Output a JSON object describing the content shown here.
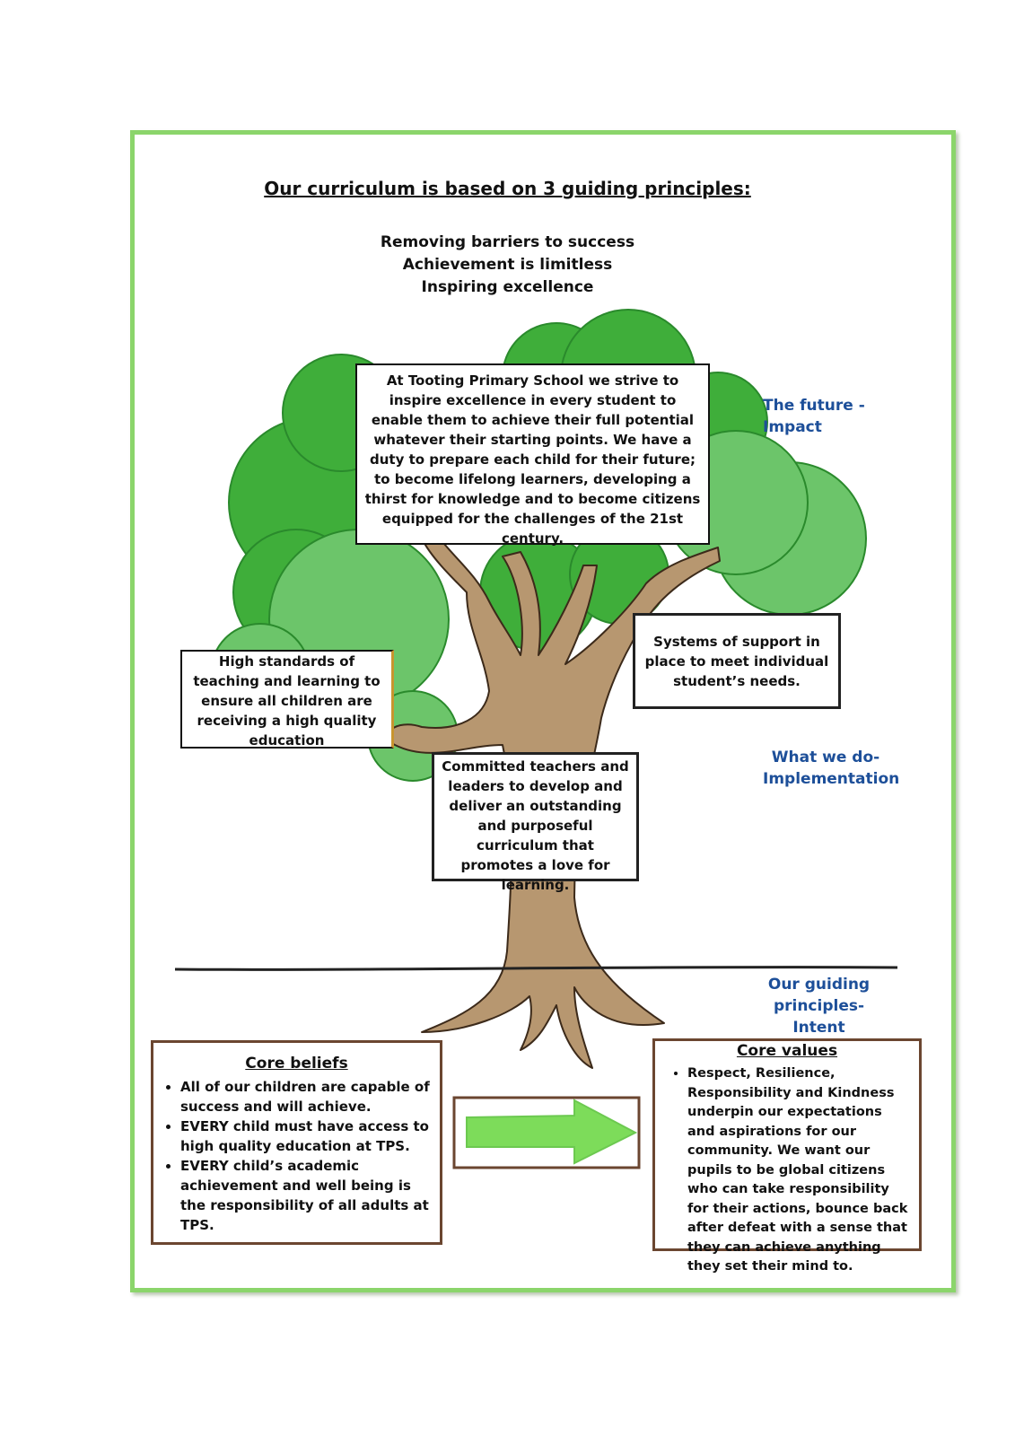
{
  "title": "Our curriculum is based on 3 guiding principles:",
  "principles": [
    "Removing barriers to success",
    "Achievement is limitless",
    "Inspiring excellence"
  ],
  "vision_text": "At Tooting Primary School we strive to inspire excellence in every student to enable them to achieve their full potential whatever their starting points. We have a duty to prepare each child for their future; to become lifelong learners, developing a thirst for knowledge and to become citizens equipped for the challenges of the 21st century.",
  "labels": {
    "future": "The future - Impact",
    "what_we_do_1": "What we do-",
    "what_we_do_2": "Implementation",
    "guiding_1": "Our guiding principles-",
    "guiding_2": "Intent"
  },
  "branches": {
    "left": "High standards of teaching and learning to ensure all children are receiving a high quality education",
    "right": "Systems of support in place to meet individual student’s needs.",
    "center": "Committed teachers and leaders to develop and deliver an outstanding and purposeful curriculum that promotes a love  for learning."
  },
  "core_beliefs": {
    "heading": "Core beliefs",
    "items": [
      "All of our children are capable of success and will achieve.",
      "EVERY child must have access to high quality education at TPS.",
      "EVERY child’s academic achievement and well being is the responsibility of all adults at TPS."
    ]
  },
  "core_values": {
    "heading": "Core values",
    "items": [
      "Respect, Resilience, Responsibility and Kindness underpin our expectations and aspirations for our community. We want our pupils to be global citizens who can take responsibility for their actions, bounce back after defeat with a sense that they can achieve anything they set their mind to."
    ]
  },
  "colors": {
    "frame": "#8bd56b",
    "foliage_dark": "#3fae3a",
    "foliage_light": "#6cc56a",
    "trunk": "#b79770",
    "label_blue": "#1d4f99",
    "arrow": "#7ddc5a"
  },
  "icons": [
    "arrow-right-icon",
    "tree-illustration"
  ]
}
